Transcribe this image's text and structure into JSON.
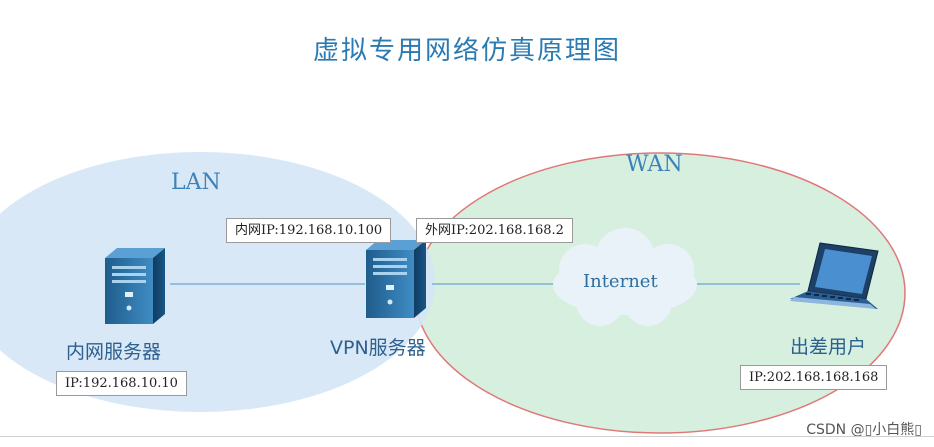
{
  "diagram": {
    "title": "虚拟专用网络仿真原理图",
    "zones": {
      "lan_label": "LAN",
      "wan_label": "WAN",
      "lan_color": "#d6e6f5",
      "wan_color": "#d6efdf",
      "wan_border": "#e07878"
    },
    "nodes": {
      "internal_server": {
        "label": "内网服务器",
        "ip": "IP:192.168.10.10",
        "icon": "server-tower-icon"
      },
      "vpn_server": {
        "label": "VPN服务器",
        "inner_ip": "内网IP:192.168.10.100",
        "outer_ip": "外网IP:202.168.168.2",
        "icon": "server-tower-icon"
      },
      "internet": {
        "label": "Internet",
        "icon": "cloud-icon"
      },
      "remote_user": {
        "label": "出差用户",
        "ip": "IP:202.168.168.168",
        "icon": "laptop-icon"
      }
    },
    "watermark": "CSDN @▯小白熊▯"
  }
}
